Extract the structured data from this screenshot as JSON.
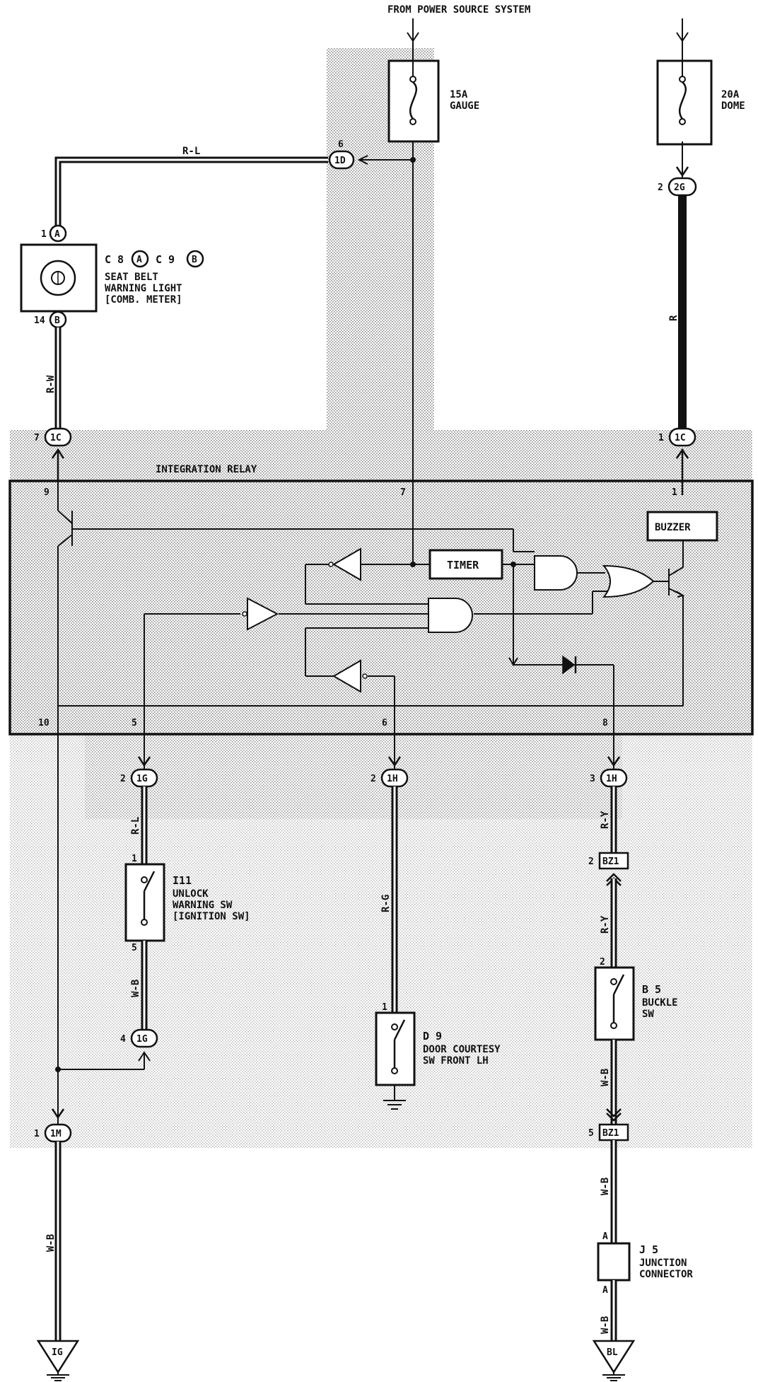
{
  "header": {
    "power_source": "FROM POWER SOURCE SYSTEM"
  },
  "fuses": {
    "gauge": {
      "rating": "15A",
      "name": "GAUGE"
    },
    "dome": {
      "rating": "20A",
      "name": "DOME"
    }
  },
  "wires": {
    "r_l_top": "R-L",
    "r_w": "R-W",
    "r_dome": "R",
    "r_l_unlock": "R-L",
    "w_b_unlock": "W-B",
    "r_g": "R-G",
    "r_y_1": "R-Y",
    "r_y_2": "R-Y",
    "w_b_buckle": "W-B",
    "w_b_jc": "W-B",
    "w_b_jc2": "W-B",
    "w_b_ground": "W-B"
  },
  "connectors": {
    "c1d": "1D",
    "c1d_pin": "6",
    "c2g": "2G",
    "c2g_pin": "2",
    "cA": "A",
    "cA_pin": "1",
    "cB": "B",
    "cB_pin": "14",
    "c1c_left": "1C",
    "c1c_left_pin": "7",
    "c1c_right": "1C",
    "c1c_right_pin": "1",
    "c1g_top": "1G",
    "c1g_top_pin": "2",
    "c1h_mid": "1H",
    "c1h_mid_pin": "2",
    "c1h_right": "1H",
    "c1h_right_pin": "3",
    "bz1_top": "BZ1",
    "bz1_top_pin": "2",
    "c1g_bot": "1G",
    "c1g_bot_pin": "4",
    "c1m": "1M",
    "c1m_pin": "1",
    "bz1_bot": "BZ1",
    "bz1_bot_pin": "5"
  },
  "components": {
    "seatbelt_light": {
      "code": "C 8",
      "code2": "C 9",
      "tagA": "A",
      "tagB": "B",
      "line1": "SEAT BELT",
      "line2": "WARNING LIGHT",
      "line3": "[COMB. METER]"
    },
    "unlock_sw": {
      "code": "I11",
      "line1": "UNLOCK",
      "line2": "WARNING SW",
      "line3": "[IGNITION SW]",
      "pin_top": "1",
      "pin_bot": "5"
    },
    "door_sw": {
      "code": "D 9",
      "line1": "DOOR COURTESY",
      "line2": "SW FRONT LH",
      "pin_top": "1"
    },
    "buckle_sw": {
      "code": "B 5",
      "line1": "BUCKLE",
      "line2": "SW",
      "pin_top": "2"
    },
    "junction": {
      "code": "J 5",
      "line1": "JUNCTION",
      "line2": "CONNECTOR",
      "pin_top": "A",
      "pin_bot": "A"
    }
  },
  "relay": {
    "title": "INTEGRATION RELAY",
    "timer": "TIMER",
    "buzzer": "BUZZER",
    "pin_9": "9",
    "pin_7": "7",
    "pin_1": "1",
    "pin_10": "10",
    "pin_5": "5",
    "pin_6": "6",
    "pin_8": "8"
  },
  "grounds": {
    "ig": "IG",
    "bl": "BL"
  }
}
